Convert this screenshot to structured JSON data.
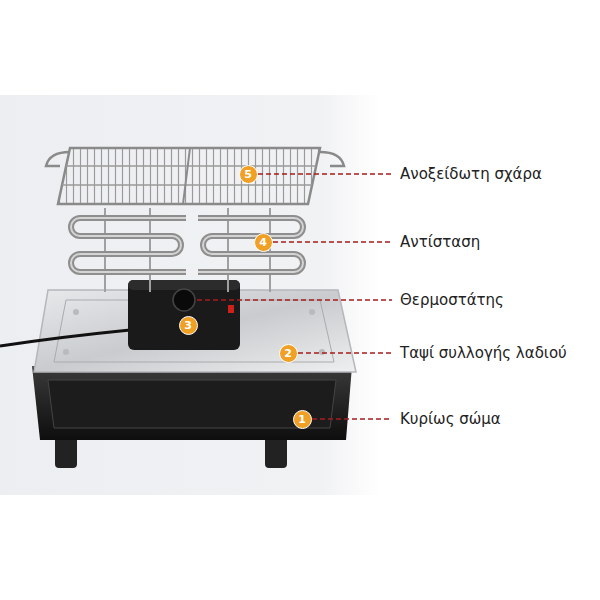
{
  "diagram": {
    "nodes": [
      {
        "text": [
          "5"
        ]
      },
      {
        "text": [
          "4"
        ]
      },
      {
        "text": [
          "3"
        ]
      },
      {
        "text": [
          "2"
        ]
      },
      {
        "text": [
          "1"
        ]
      }
    ],
    "labels": [
      "Ανοξείδωτη σχάρα",
      "Αντίσταση",
      "Θερμοστάτης",
      "Ταψί συλλογής λαδιού",
      "Κυρίως σώμα"
    ]
  }
}
